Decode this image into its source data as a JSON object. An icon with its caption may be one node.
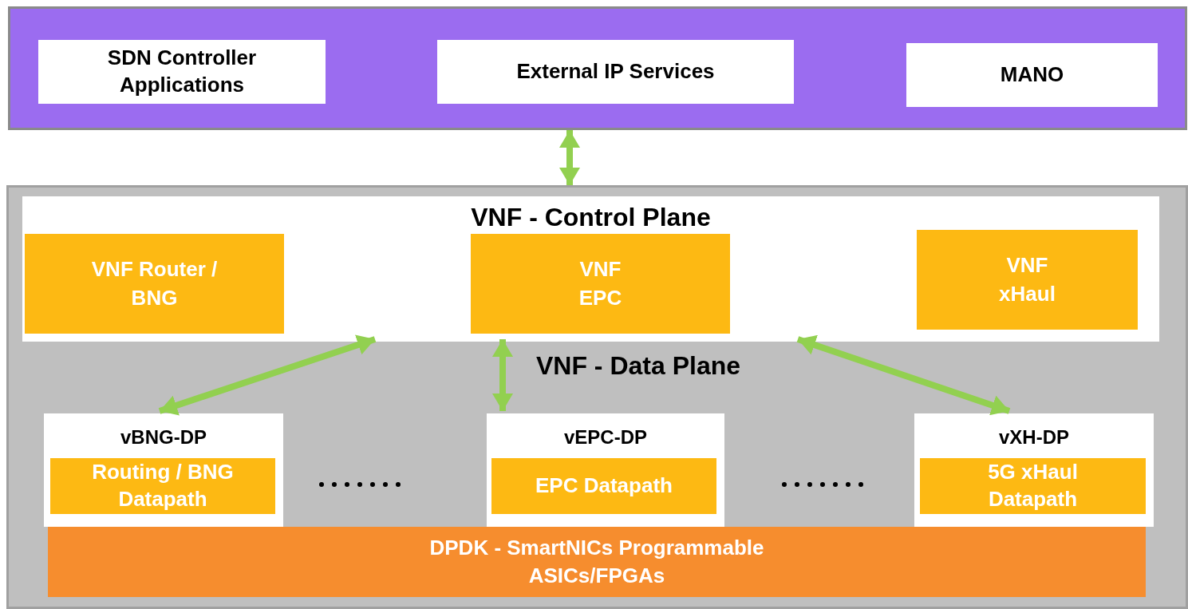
{
  "diagram": {
    "nodes": [
      {
        "text": [],
        "shape": "box"
      },
      {
        "text": [
          "SDN Controller Applications"
        ],
        "in": 0
      },
      {
        "text": [
          "External IP Services"
        ],
        "in": 0
      },
      {
        "text": [
          "MANO"
        ],
        "in": 0
      },
      {
        "text": [],
        "shape": "box"
      },
      {
        "text": [
          "VNF - Control Plane"
        ],
        "in": 4
      },
      {
        "text": [
          "VNF Router / BNG"
        ],
        "in": 5
      },
      {
        "text": [
          "VNF EPC"
        ],
        "in": 5
      },
      {
        "text": [
          "VNF xHaul"
        ],
        "in": 5
      },
      {
        "text": [
          "vBNG-DP"
        ],
        "in": 4
      },
      {
        "text": [
          "Routing / BNG Datapath"
        ],
        "in": 9
      },
      {
        "text": [
          "vEPC-DP"
        ],
        "in": 4
      },
      {
        "text": [
          "EPC Datapath"
        ],
        "in": 11
      },
      {
        "text": [
          "vXH-DP"
        ],
        "in": 4
      },
      {
        "text": [
          "5G xHaul Datapath"
        ],
        "in": 13
      },
      {
        "text": [
          "DPDK - SmartNICs Programmable ASICs/FPGAs"
        ],
        "in": 4
      }
    ],
    "edges": [
      {
        "from": 0,
        "to": 4,
        "arrow": "both",
        "color": "#92d050"
      },
      {
        "from": 5,
        "to": 9,
        "arrow": "both",
        "color": "#92d050"
      },
      {
        "from": 5,
        "to": 11,
        "arrow": "both",
        "color": "#92d050"
      },
      {
        "from": 5,
        "to": 13,
        "arrow": "both",
        "color": "#92d050"
      }
    ],
    "labels": [
      "VNF - Data Plane"
    ]
  }
}
